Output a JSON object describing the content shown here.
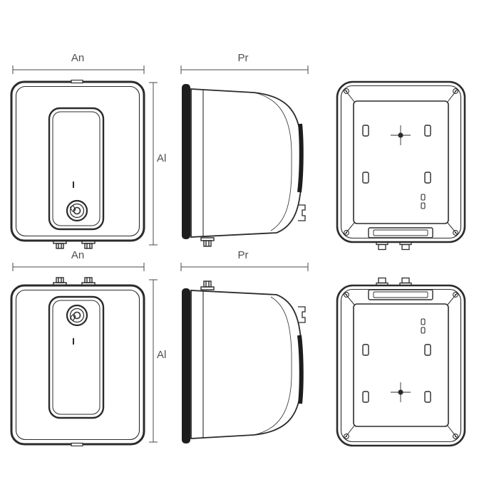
{
  "diagram": {
    "subject": "water-heater-dimension-drawing",
    "background": "#ffffff",
    "line_color": "#2b2b2b",
    "label_color": "#4f4f4f",
    "rows": [
      {
        "id": "top",
        "width_label": "An",
        "depth_label": "Pr",
        "height_label": "Al"
      },
      {
        "id": "bottom",
        "width_label": "An",
        "depth_label": "Pr",
        "height_label": "Al"
      }
    ]
  }
}
